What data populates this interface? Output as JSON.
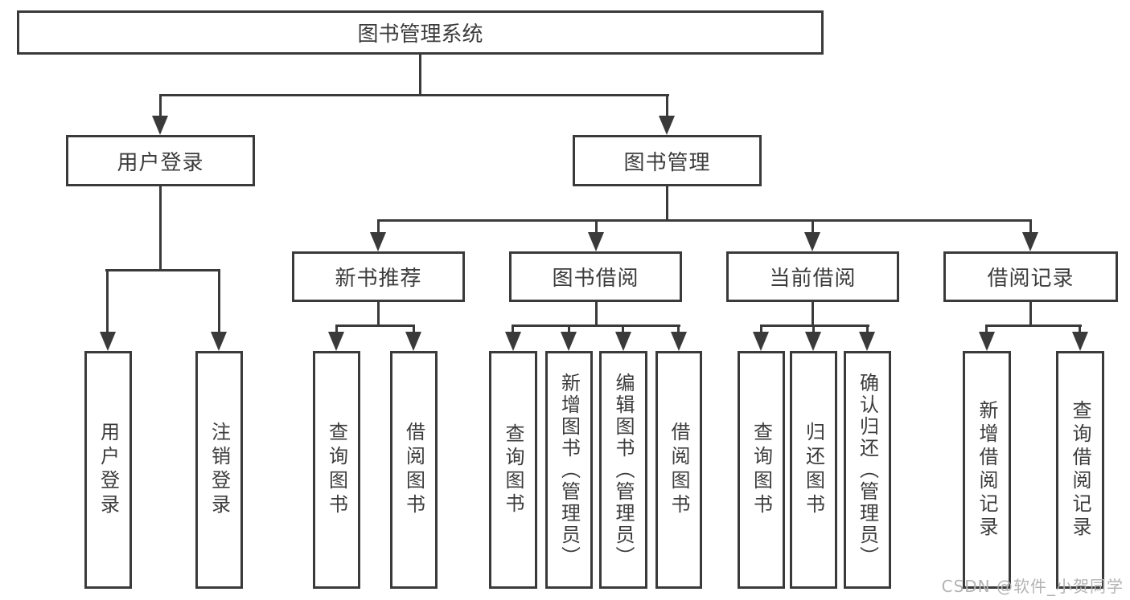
{
  "diagram": {
    "type": "tree",
    "root": {
      "label": "图书管理系统"
    },
    "level2": [
      {
        "id": "user-login",
        "label": "用户登录"
      },
      {
        "id": "book-management",
        "label": "图书管理"
      }
    ],
    "level3": [
      {
        "id": "new-book-recommend",
        "label": "新书推荐",
        "parent": "图书管理"
      },
      {
        "id": "book-borrowing",
        "label": "图书借阅",
        "parent": "图书管理"
      },
      {
        "id": "current-borrowing",
        "label": "当前借阅",
        "parent": "图书管理"
      },
      {
        "id": "borrowing-records",
        "label": "借阅记录",
        "parent": "图书管理"
      }
    ],
    "leaves": {
      "user_login": [
        "用户登录",
        "注销登录"
      ],
      "new_book_recommend": [
        "查询图书",
        "借阅图书"
      ],
      "book_borrowing": [
        "查询图书",
        "新增图书（管理员）",
        "编辑图书（管理员）",
        "借阅图书"
      ],
      "current_borrowing": [
        "查询图书",
        "归还图书",
        "确认归还（管理员）"
      ],
      "borrowing_records": [
        "新增借阅记录",
        "查询借阅记录"
      ]
    },
    "colors": {
      "line_and_border": "#3a3a3a",
      "text": "#3c3c3c",
      "watermark": "#b3b3b3",
      "background": "#ffffff"
    }
  },
  "watermark": {
    "text": "CSDN @软件_小贺同学"
  }
}
